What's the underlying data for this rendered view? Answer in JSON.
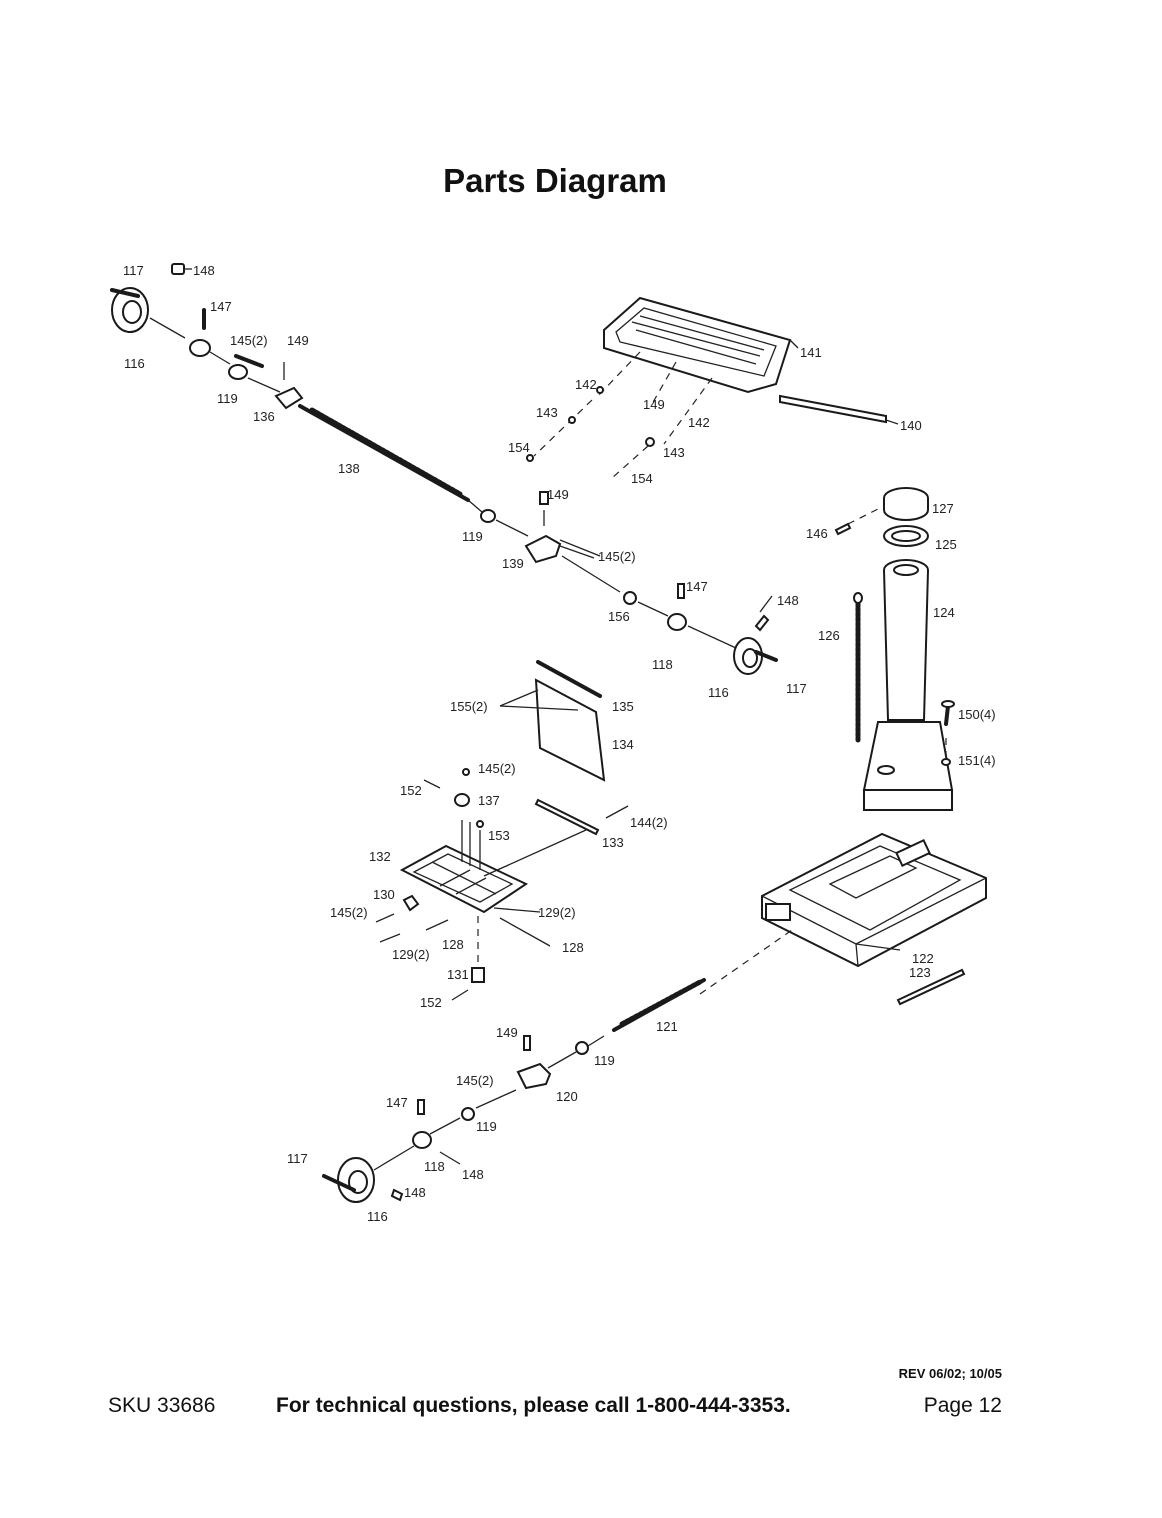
{
  "title": "Parts Diagram",
  "callouts": {
    "c117a": "117",
    "c148a": "148",
    "c116a": "116",
    "c147a": "147",
    "c145a": "145(2)",
    "c149a": "149",
    "c119a": "119",
    "c136": "136",
    "c138": "138",
    "c141": "141",
    "c142a": "142",
    "c143a": "143",
    "c154a": "154",
    "c149b": "149",
    "c142b": "142",
    "c143b": "143",
    "c154b": "154",
    "c140": "140",
    "c119b": "119",
    "c149c": "149",
    "c139": "139",
    "c145b": "145(2)",
    "c147b": "147",
    "c156": "156",
    "c118a": "118",
    "c148b": "148",
    "c116b": "116",
    "c117b": "117",
    "c127": "127",
    "c146": "146",
    "c125": "125",
    "c124": "124",
    "c126": "126",
    "c150": "150(4)",
    "c151": "151(4)",
    "c155": "155(2)",
    "c135": "135",
    "c134": "134",
    "c145c": "145(2)",
    "c152a": "152",
    "c137": "137",
    "c153": "153",
    "c144": "144(2)",
    "c133": "133",
    "c132": "132",
    "c130": "130",
    "c145d": "145(2)",
    "c129a": "129(2)",
    "c129b": "129(2)",
    "c128a": "128",
    "c128b": "128",
    "c131": "131",
    "c152b": "152",
    "c122": "122",
    "c123": "123",
    "c121": "121",
    "c149d": "149",
    "c119c": "119",
    "c145e": "145(2)",
    "c120": "120",
    "c147c": "147",
    "c119d": "119",
    "c117c": "117",
    "c118b": "118",
    "c148c": "148",
    "c148d": "148",
    "c116c": "116"
  },
  "footer": {
    "rev": "REV 06/02; 10/05",
    "sku": "SKU 33686",
    "tech": "For technical questions, please call 1-800-444-3353.",
    "page": "Page 12"
  }
}
